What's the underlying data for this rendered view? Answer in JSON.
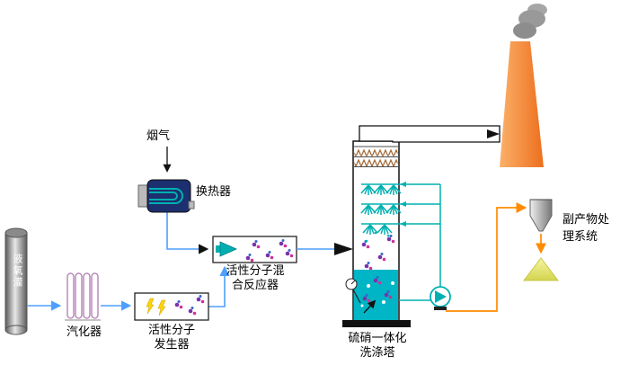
{
  "labels": {
    "tank": "液氧灌",
    "vaporizer": "汽化器",
    "generator1": "活性分子",
    "generator2": "发生器",
    "flue_gas": "烟气",
    "heat_exchanger": "换热器",
    "reactor1": "活性分子混",
    "reactor2": "合反应器",
    "tower1": "硫硝一体化",
    "tower2": "洗涤塔",
    "byproduct1": "副产物处",
    "byproduct2": "理系统"
  },
  "colors": {
    "line_blue": "#4d9fff",
    "teal": "#00b0b0",
    "orange": "#ff8c00",
    "tower_liquid": "#00b5c5",
    "chimney_orange": "#ef7a26",
    "smoke_gray": "#969696",
    "lightning_yellow": "#ffd400",
    "molecule_purple": "#7733aa",
    "molecule_magenta": "#cc3399",
    "molecule_blue": "#3366cc",
    "pile_yellow": "#e2e262",
    "hatch_brown": "#a0622d"
  }
}
